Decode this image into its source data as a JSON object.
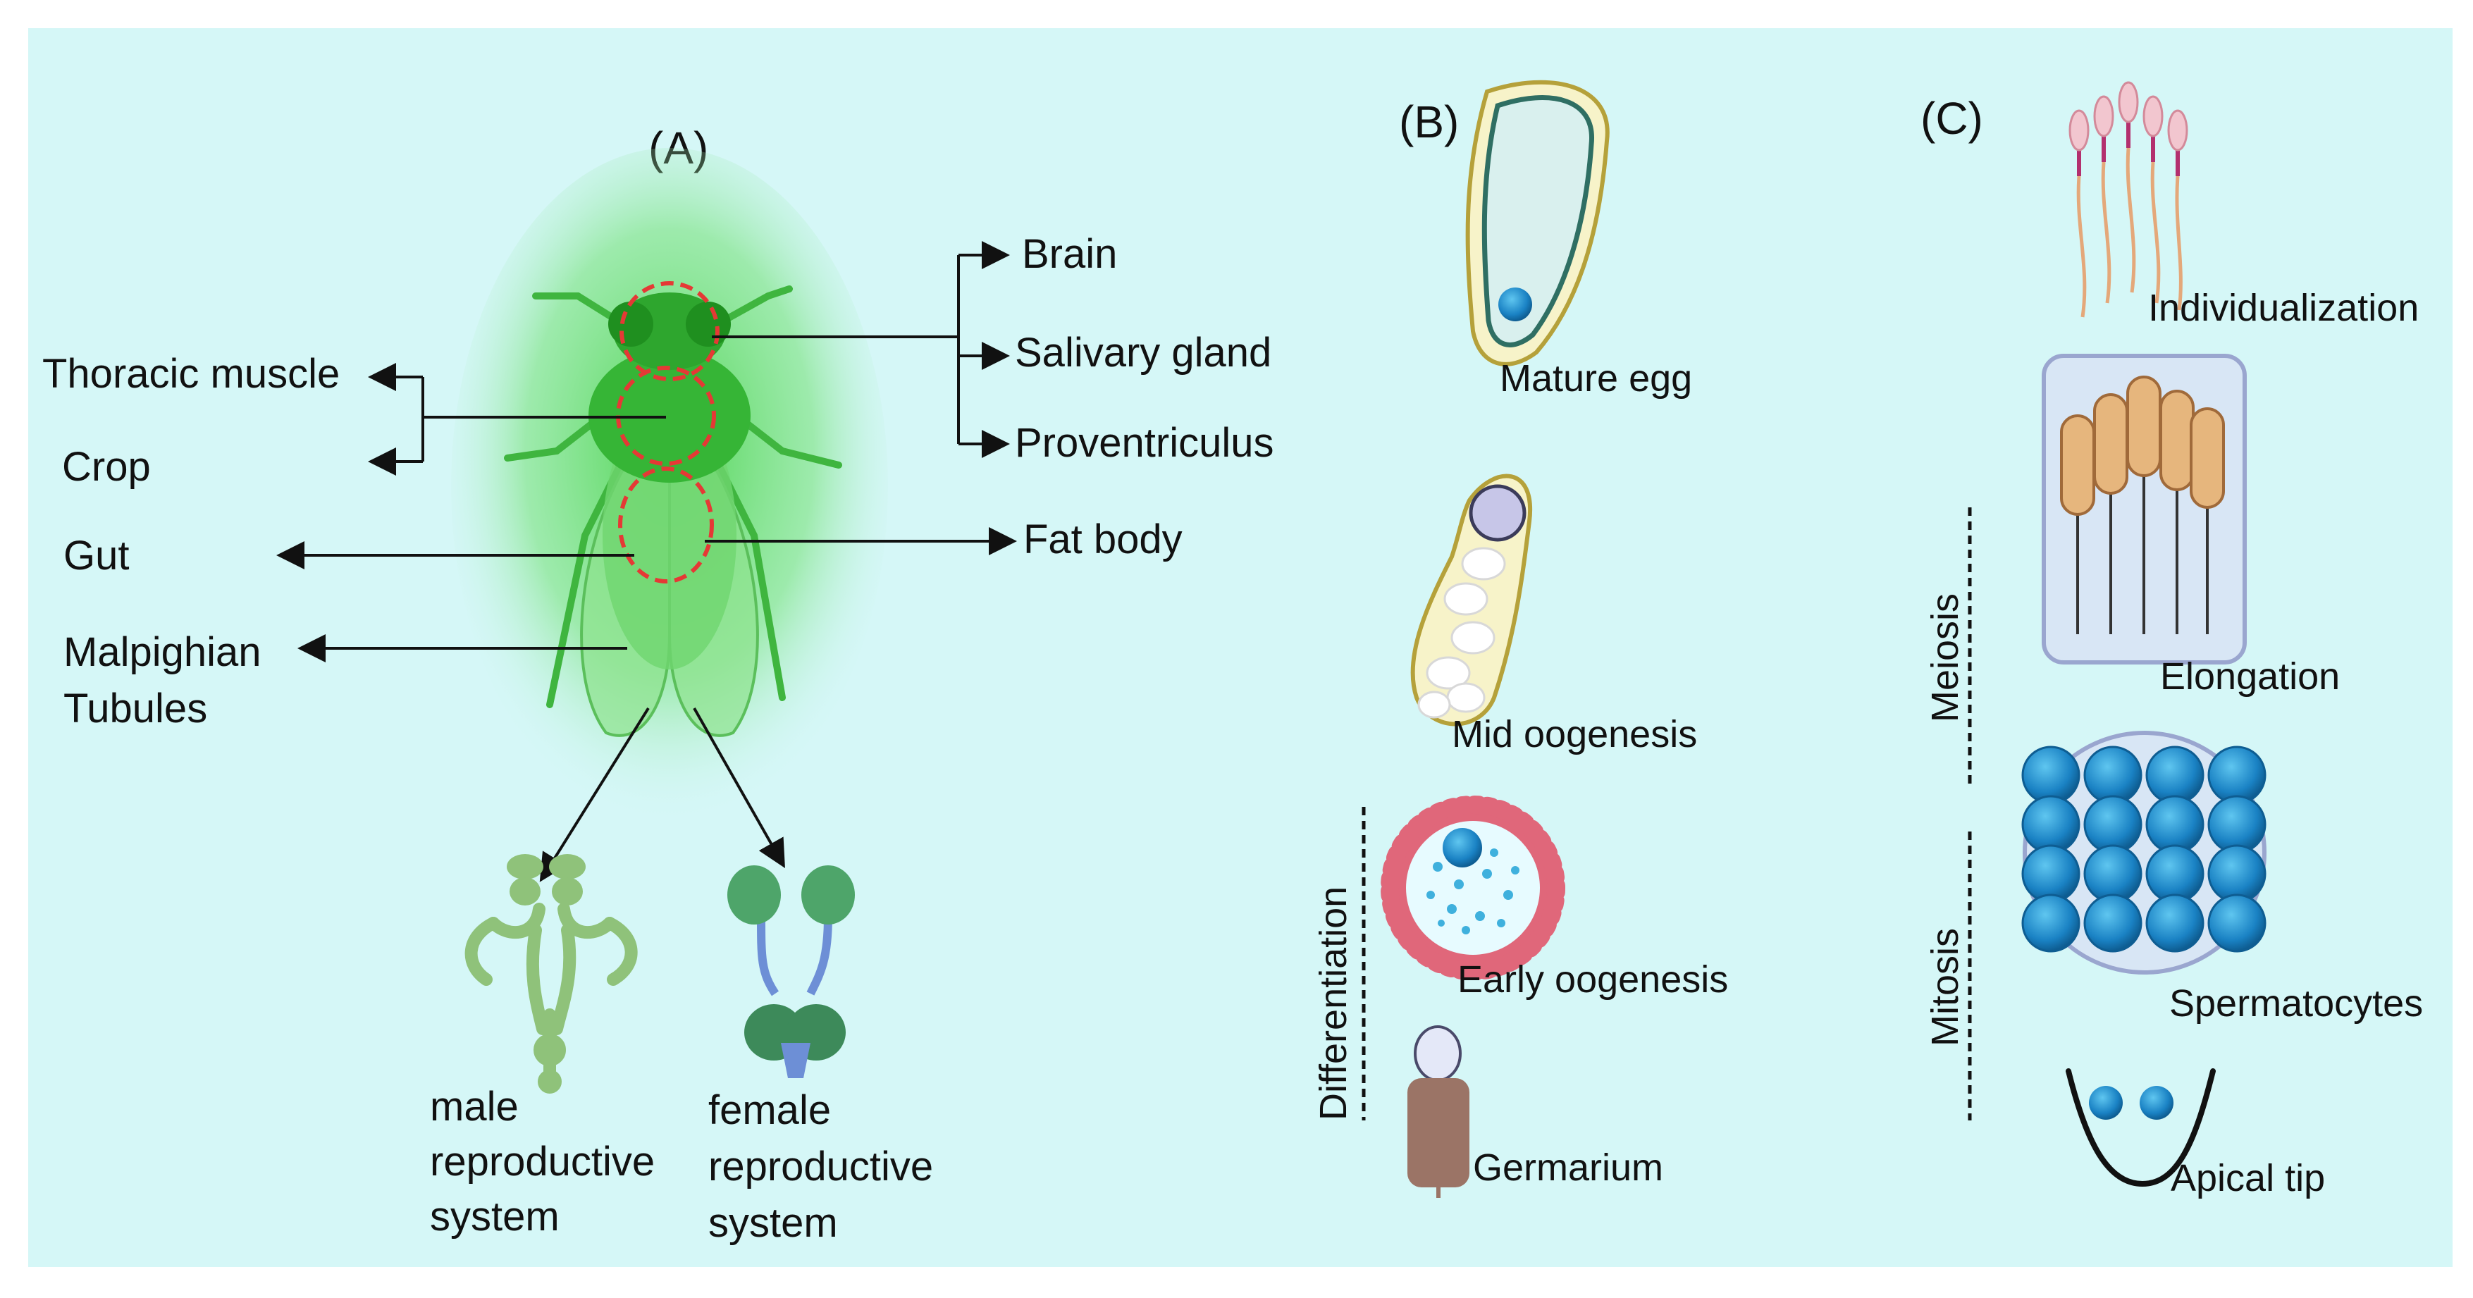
{
  "panels": {
    "a": "(A)",
    "b": "(B)",
    "c": "(C)"
  },
  "fly_organs": {
    "thoracic_muscle": "Thoracic muscle",
    "crop": "Crop",
    "gut": "Gut",
    "malpighian_1": "Malpighian",
    "malpighian_2": "Tubules",
    "brain": "Brain",
    "salivary_gland": "Salivary gland",
    "proventriculus": "Proventriculus",
    "fat_body": "Fat body"
  },
  "reproductive": {
    "male": [
      "male",
      "reproductive",
      "system"
    ],
    "female": [
      "female",
      "reproductive",
      "system"
    ]
  },
  "oogenesis": {
    "mature_egg": "Mature egg",
    "mid": "Mid oogenesis",
    "early": "Early oogenesis",
    "germarium": "Germarium",
    "differentiation": "Differentiation"
  },
  "spermatogenesis": {
    "individualization": "Individualization",
    "elongation": "Elongation",
    "spermatocytes": "Spermatocytes",
    "apical_tip": "Apical tip",
    "meiosis": "Meiosis",
    "mitosis": "Mitosis"
  },
  "colors": {
    "background": "#d5f7f7",
    "fly_green": "#3fc23f",
    "organ_green": "#8fc27a",
    "cell_blue": "#1e88c8",
    "circle_dash": "#e53935"
  }
}
